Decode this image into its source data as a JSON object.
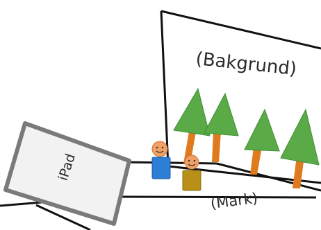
{
  "diagram": {
    "background_label": "(Bakgrund)",
    "ground_label": "(Mark)",
    "device_label": "iPad",
    "icons": {
      "tree": "tree-icon",
      "person": "person-icon"
    },
    "colors": {
      "line": "#111111",
      "tree_foliage": "#5aaa47",
      "tree_foliage_stroke": "#3f8f34",
      "tree_trunk": "#e07a1f",
      "ipad_border": "#7a7a7a",
      "ipad_screen": "#f2f2f2",
      "face": "#f2a065",
      "person_blue": "#2d7ed6",
      "person_olive": "#b89017"
    }
  }
}
